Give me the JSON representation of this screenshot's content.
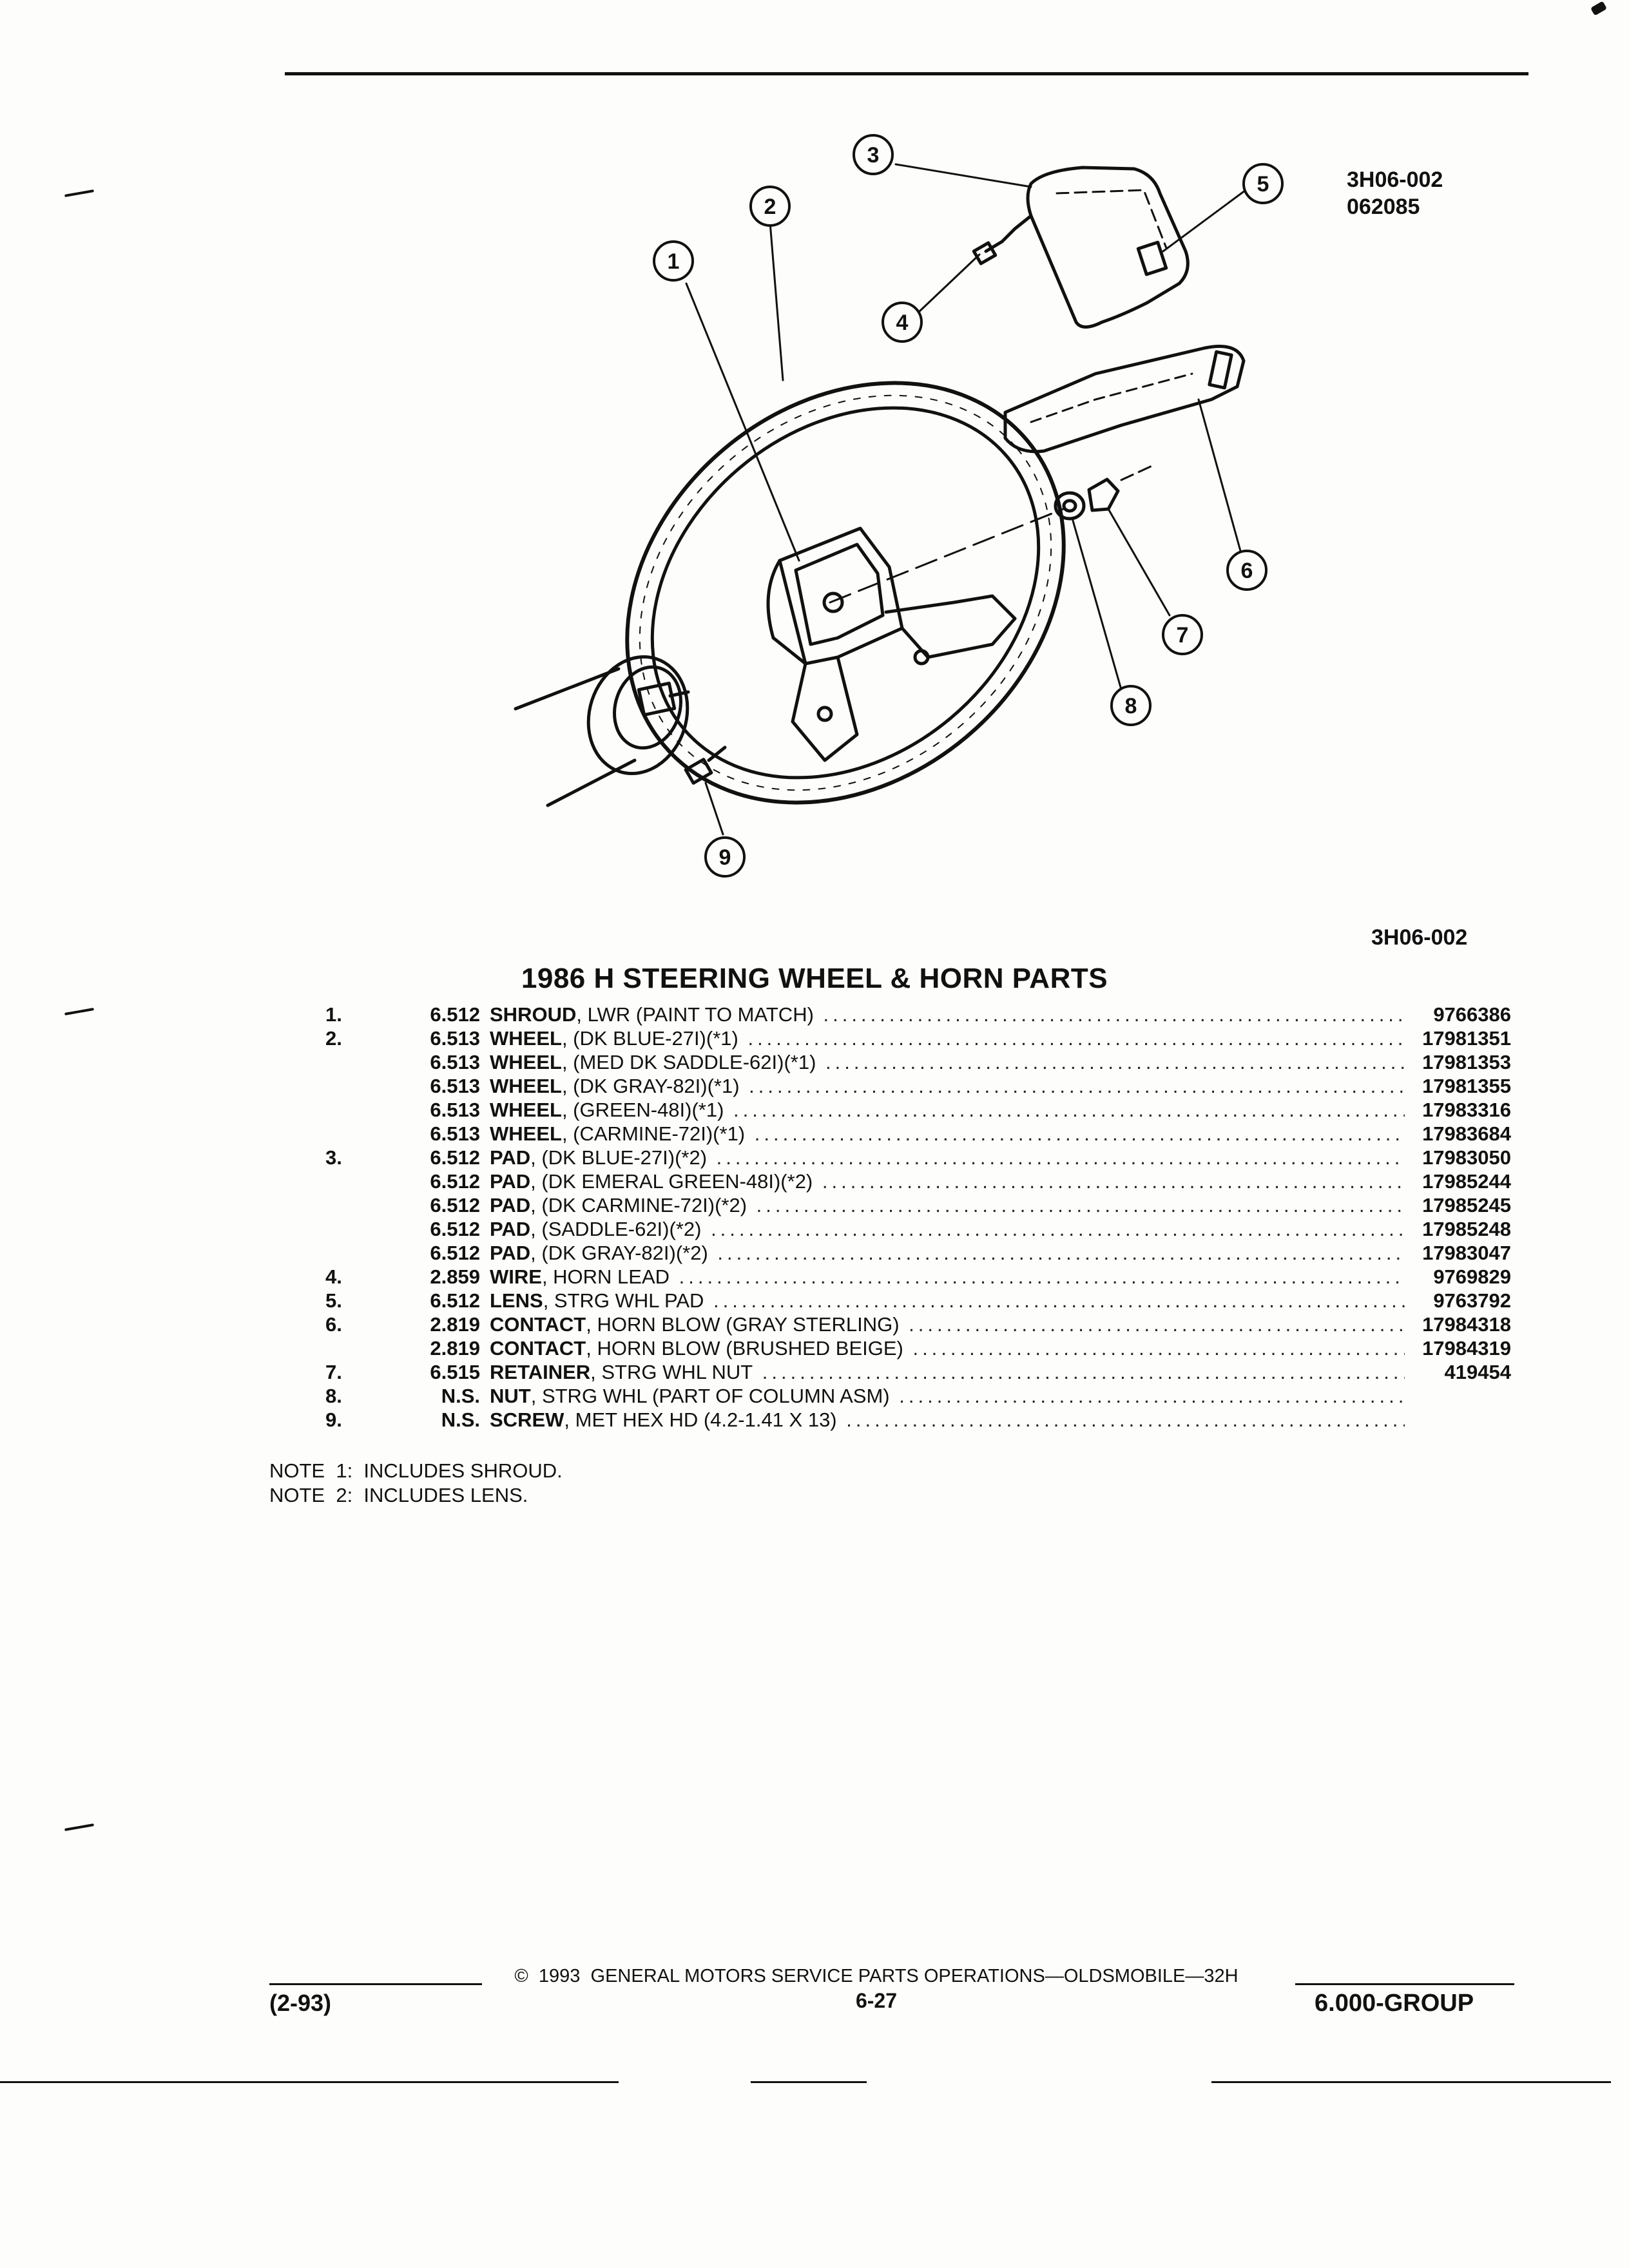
{
  "header": {
    "ref_code_top": "3H06-002",
    "ref_date": "062085",
    "ref_code_mid": "3H06-002"
  },
  "diagram": {
    "callouts": [
      "1",
      "2",
      "3",
      "4",
      "5",
      "6",
      "7",
      "8",
      "9"
    ]
  },
  "title": "1986 H STEERING WHEEL & HORN PARTS",
  "parts": [
    {
      "num": "1.",
      "group": "6.512",
      "name": "SHROUD",
      "detail": ", LWR (PAINT TO MATCH)",
      "part_no": "9766386"
    },
    {
      "num": "2.",
      "group": "6.513",
      "name": "WHEEL",
      "detail": ", (DK BLUE-27I)(*1)",
      "part_no": "17981351"
    },
    {
      "num": "",
      "group": "6.513",
      "name": "WHEEL",
      "detail": ", (MED DK SADDLE-62I)(*1)",
      "part_no": "17981353"
    },
    {
      "num": "",
      "group": "6.513",
      "name": "WHEEL",
      "detail": ", (DK GRAY-82I)(*1)",
      "part_no": "17981355"
    },
    {
      "num": "",
      "group": "6.513",
      "name": "WHEEL",
      "detail": ", (GREEN-48I)(*1)",
      "part_no": "17983316"
    },
    {
      "num": "",
      "group": "6.513",
      "name": "WHEEL",
      "detail": ", (CARMINE-72I)(*1)",
      "part_no": "17983684"
    },
    {
      "num": "3.",
      "group": "6.512",
      "name": "PAD",
      "detail": ", (DK BLUE-27I)(*2)",
      "part_no": "17983050"
    },
    {
      "num": "",
      "group": "6.512",
      "name": "PAD",
      "detail": ", (DK EMERAL GREEN-48I)(*2)",
      "part_no": "17985244"
    },
    {
      "num": "",
      "group": "6.512",
      "name": "PAD",
      "detail": ", (DK CARMINE-72I)(*2)",
      "part_no": "17985245"
    },
    {
      "num": "",
      "group": "6.512",
      "name": "PAD",
      "detail": ", (SADDLE-62I)(*2)",
      "part_no": "17985248"
    },
    {
      "num": "",
      "group": "6.512",
      "name": "PAD",
      "detail": ", (DK GRAY-82I)(*2)",
      "part_no": "17983047"
    },
    {
      "num": "4.",
      "group": "2.859",
      "name": "WIRE",
      "detail": ", HORN LEAD",
      "part_no": "9769829"
    },
    {
      "num": "5.",
      "group": "6.512",
      "name": "LENS",
      "detail": ", STRG WHL PAD",
      "part_no": "9763792"
    },
    {
      "num": "6.",
      "group": "2.819",
      "name": "CONTACT",
      "detail": ", HORN BLOW (GRAY STERLING)",
      "part_no": "17984318"
    },
    {
      "num": "",
      "group": "2.819",
      "name": "CONTACT",
      "detail": ", HORN BLOW (BRUSHED BEIGE)",
      "part_no": "17984319"
    },
    {
      "num": "7.",
      "group": "6.515",
      "name": "RETAINER",
      "detail": ", STRG WHL NUT",
      "part_no": "419454"
    },
    {
      "num": "8.",
      "group": "N.S.",
      "name": "NUT",
      "detail": ", STRG WHL (PART OF COLUMN ASM)",
      "part_no": ""
    },
    {
      "num": "9.",
      "group": "N.S.",
      "name": "SCREW",
      "detail": ", MET HEX HD (4.2-1.41 X 13)",
      "part_no": ""
    }
  ],
  "notes": [
    "NOTE  1:  INCLUDES SHROUD.",
    "NOTE  2:  INCLUDES LENS."
  ],
  "footer": {
    "revision": "(2-93)",
    "copyright": "©  1993  GENERAL MOTORS SERVICE PARTS OPERATIONS—OLDSMOBILE—32H",
    "page": "6-27",
    "group": "6.000-GROUP"
  }
}
